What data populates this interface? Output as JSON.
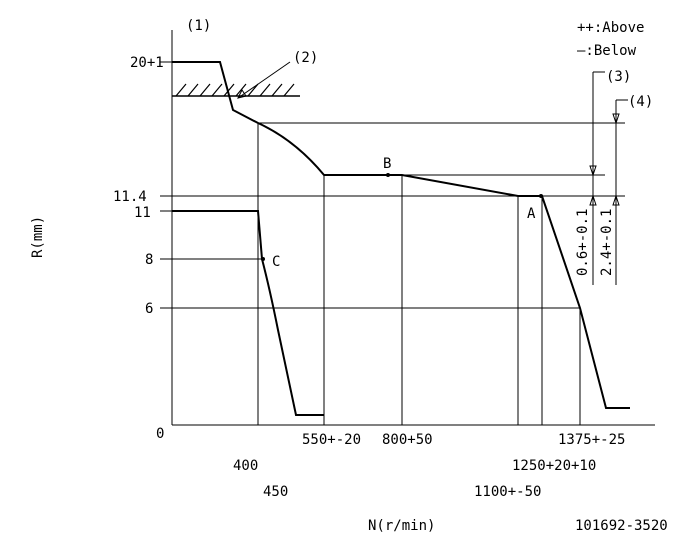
{
  "labels": {
    "ref1": "(1)",
    "ref2": "(2)",
    "ref3": "(3)",
    "ref4": "(4)",
    "above": "++:Above",
    "below": "—:Below",
    "point_a": "A",
    "point_b": "B",
    "point_c": "C",
    "dim_a": "0.6+-0.1",
    "dim_b": "2.4+-0.1",
    "doc_code": "101692-3520"
  },
  "axes": {
    "ylabel": "R(mm)",
    "xlabel": "N(r/min)",
    "y_ticks": [
      "20+1",
      "11.4",
      "11",
      "8",
      "6",
      "0"
    ],
    "x_ticks": [
      "400",
      "450",
      "550+-20",
      "800+50",
      "1100+-50",
      "1250+20+10",
      "1375+-25"
    ]
  },
  "colors": {
    "line": "#000000",
    "background": "#ffffff"
  }
}
